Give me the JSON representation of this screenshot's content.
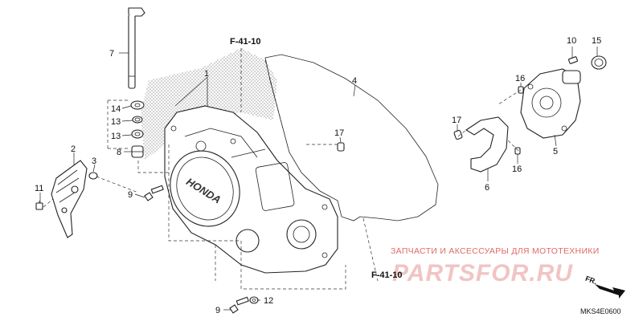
{
  "diagram": {
    "callouts": {
      "p1": "1",
      "p2": "2",
      "p3": "3",
      "p4": "4",
      "p5": "5",
      "p6": "6",
      "p7": "7",
      "p8": "8",
      "p9a": "9",
      "p9b": "9",
      "p10": "10",
      "p11": "11",
      "p12": "12",
      "p13a": "13",
      "p13b": "13",
      "p14": "14",
      "p15": "15",
      "p16a": "16",
      "p16b": "16",
      "p17a": "17",
      "p17b": "17"
    },
    "refs": {
      "top": "F-41-10",
      "bottom": "F-41-10"
    },
    "cover_brand": "HONDA",
    "front_marker": "FR.",
    "diagram_code": "MKS4E0600"
  },
  "watermark": {
    "line1": "ЗАПЧАСТИ И АКСЕССУАРЫ ДЛЯ МОТОТЕХНИКИ",
    "line2": "PARTSFOR.RU"
  }
}
